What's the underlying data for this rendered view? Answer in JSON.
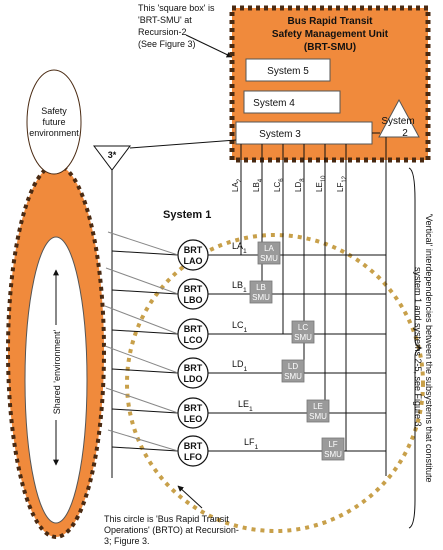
{
  "annotations": {
    "square_box_note": [
      "This 'square box' is",
      "'BRT-SMU' at",
      "Recursion-2",
      "(See Figure 3)"
    ],
    "circle_note": [
      "This circle is 'Bus Rapid Transit",
      "Operations' (BRTO) at Recursion-",
      "3; Figure 3."
    ],
    "vertical_note": [
      "'Vertical' interdependencies between the subsystems that constitute",
      "system 1 and systems 2-5, see Figure 3."
    ]
  },
  "smu": {
    "title": [
      "Bus Rapid Transit",
      "Safety Management Unit",
      "(BRT-SMU)"
    ],
    "systems": {
      "s5": "System 5",
      "s4": "System 4",
      "s3": "System 3",
      "s2": [
        "System",
        "2"
      ]
    }
  },
  "environment": {
    "future": [
      "Safety",
      "future",
      "environment"
    ],
    "shared": "Shared 'environment'"
  },
  "triangle_3star": "3*",
  "system1_label": "System 1",
  "vertical_links": [
    "LA2",
    "LB4",
    "LC6",
    "LD8",
    "LE10",
    "LF12"
  ],
  "operations": [
    {
      "node": [
        "BRT",
        "LAO"
      ],
      "link": "LA1",
      "smu": [
        "LA",
        "SMU"
      ]
    },
    {
      "node": [
        "BRT",
        "LBO"
      ],
      "link": "LB1",
      "smu": [
        "LB",
        "SMU"
      ]
    },
    {
      "node": [
        "BRT",
        "LCO"
      ],
      "link": "LC1",
      "smu": [
        "LC",
        "SMU"
      ]
    },
    {
      "node": [
        "BRT",
        "LDO"
      ],
      "link": "LD1",
      "smu": [
        "LD",
        "SMU"
      ]
    },
    {
      "node": [
        "BRT",
        "LEO"
      ],
      "link": "LE1",
      "smu": [
        "LE",
        "SMU"
      ]
    },
    {
      "node": [
        "BRT",
        "LFO"
      ],
      "link": "LF1",
      "smu": [
        "LF",
        "SMU"
      ]
    }
  ],
  "colors": {
    "orange": "#f08a3c",
    "checker": "#4a2a12",
    "smu_gray": "#9a9a9a",
    "dotted_circle": "#c8a04a"
  }
}
